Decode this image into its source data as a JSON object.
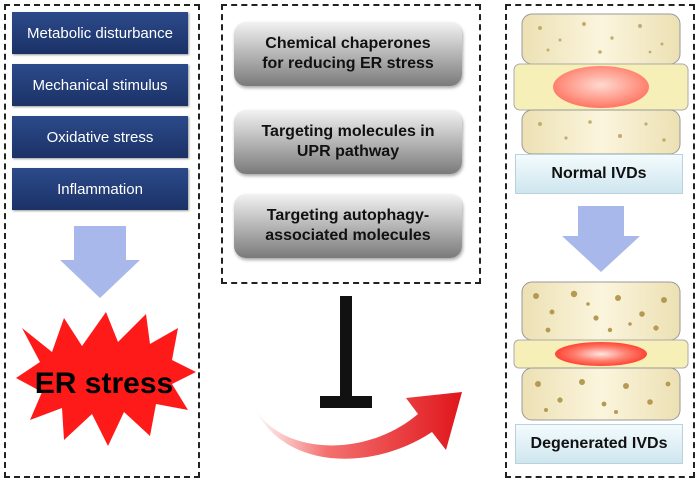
{
  "factors": [
    "Metabolic disturbance",
    "Mechanical stimulus",
    "Oxidative stress",
    "Inflammation"
  ],
  "er_stress_label": "ER stress",
  "therapies": [
    "Chemical chaperones\nfor reducing ER stress",
    "Targeting molecules in\nUPR pathway",
    "Targeting autophagy-\nassociated molecules"
  ],
  "disc_labels": {
    "normal": "Normal IVDs",
    "degenerated": "Degenerated IVDs"
  },
  "colors": {
    "factor_box": "#1f3a78",
    "arrow_blue": "#a8b8ea",
    "er_star": "#ff1a1a",
    "red_arrow": "#e0161b",
    "bone": "#f5ecc8",
    "normal_nucleus": "#ff7b6b",
    "degenerated_nucleus": "#ff3b2a"
  }
}
